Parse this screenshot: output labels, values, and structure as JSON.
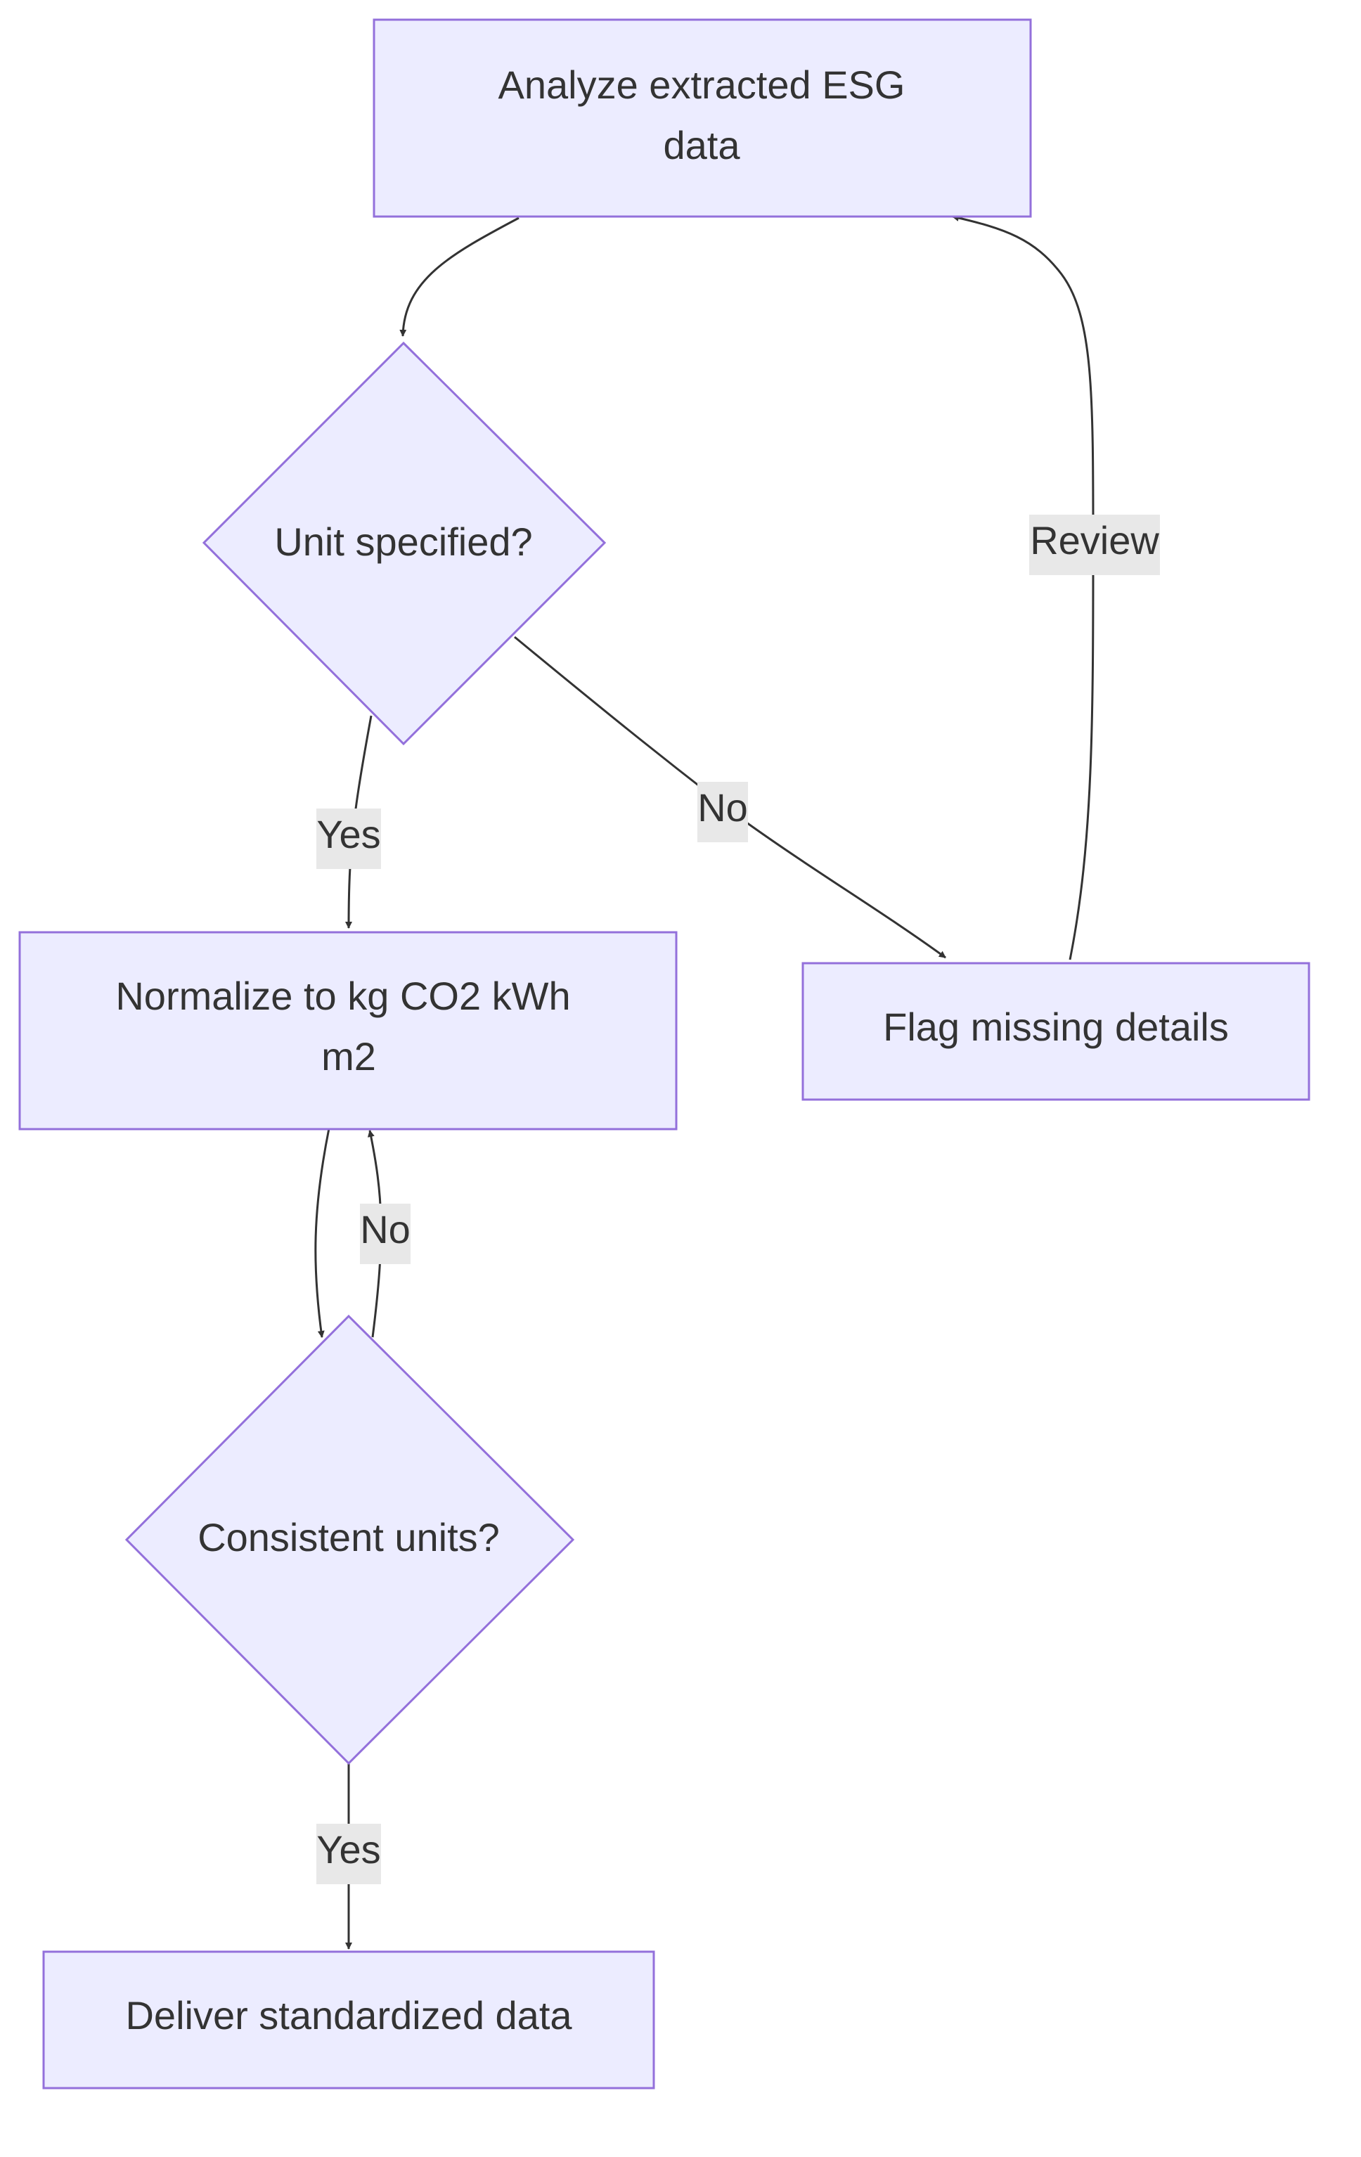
{
  "nodes": {
    "analyze": {
      "line1": "Analyze extracted ESG",
      "line2": "data"
    },
    "unit_specified": {
      "label": "Unit specified?"
    },
    "normalize": {
      "line1": "Normalize to kg CO2 kWh",
      "line2": "m2"
    },
    "flag_missing": {
      "label": "Flag missing details"
    },
    "consistent_units": {
      "label": "Consistent units?"
    },
    "deliver": {
      "label": "Deliver standardized data"
    }
  },
  "edges": {
    "unit_yes": "Yes",
    "unit_no": "No",
    "review": "Review",
    "consistent_no": "No",
    "consistent_yes": "Yes"
  },
  "colors": {
    "node_fill": "#ECECFF",
    "node_stroke": "#9370DB",
    "edge": "#333333",
    "label_bg": "#e8e8e8",
    "text": "#333333"
  }
}
